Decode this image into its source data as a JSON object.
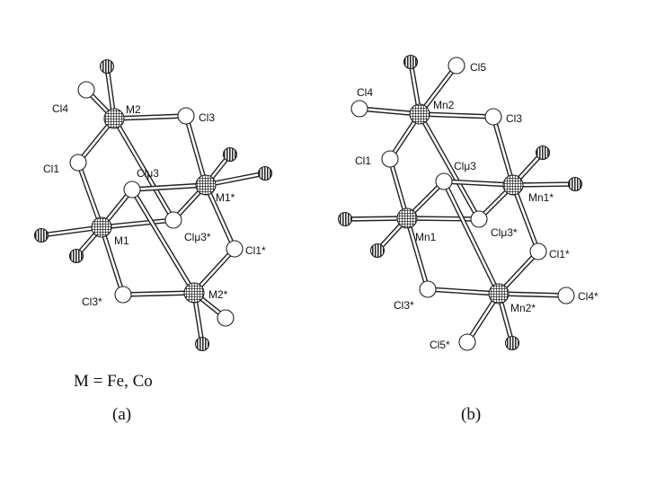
{
  "panels": [
    {
      "caption": "(a)",
      "formula": "M = Fe, Co",
      "atoms": [
        {
          "id": "a_M2",
          "label": "M2",
          "type": "metal"
        },
        {
          "id": "a_M1s",
          "label": "M1*",
          "type": "metal"
        },
        {
          "id": "a_M1",
          "label": "M1",
          "type": "metal"
        },
        {
          "id": "a_M2s",
          "label": "M2*",
          "type": "metal"
        },
        {
          "id": "a_Cl4",
          "label": "Cl4",
          "type": "chlorine"
        },
        {
          "id": "a_Cl3",
          "label": "Cl3",
          "type": "chlorine"
        },
        {
          "id": "a_Cl1",
          "label": "Cl1",
          "type": "chlorine"
        },
        {
          "id": "a_Clu3",
          "label": "Clμ3",
          "type": "chlorine"
        },
        {
          "id": "a_Clu3s",
          "label": "Clμ3*",
          "type": "chlorine"
        },
        {
          "id": "a_Cl1s",
          "label": "Cl1*",
          "type": "chlorine"
        },
        {
          "id": "a_Cl3s",
          "label": "Cl3*",
          "type": "chlorine"
        },
        {
          "id": "a_Cl4s",
          "label": "",
          "type": "chlorine"
        },
        {
          "id": "a_O1",
          "label": "",
          "type": "ligand"
        },
        {
          "id": "a_O2",
          "label": "",
          "type": "ligand"
        },
        {
          "id": "a_O3",
          "label": "",
          "type": "ligand"
        },
        {
          "id": "a_O4",
          "label": "",
          "type": "ligand"
        },
        {
          "id": "a_O5",
          "label": "",
          "type": "ligand"
        },
        {
          "id": "a_O6",
          "label": "",
          "type": "ligand"
        }
      ],
      "bonds": [
        [
          "a_M2",
          "a_O1"
        ],
        [
          "a_M2",
          "a_Cl4"
        ],
        [
          "a_M2",
          "a_Cl3"
        ],
        [
          "a_M2",
          "a_Cl1"
        ],
        [
          "a_M2",
          "a_Clu3s"
        ],
        [
          "a_Cl3",
          "a_M1s"
        ],
        [
          "a_M1s",
          "a_O2"
        ],
        [
          "a_M1s",
          "a_O3"
        ],
        [
          "a_M1s",
          "a_Clu3"
        ],
        [
          "a_M1s",
          "a_Cl1s"
        ],
        [
          "a_M1s",
          "a_Clu3s"
        ],
        [
          "a_Cl1",
          "a_M1"
        ],
        [
          "a_M1",
          "a_Clu3"
        ],
        [
          "a_M1",
          "a_Clu3s"
        ],
        [
          "a_M1",
          "a_O4"
        ],
        [
          "a_M1",
          "a_O5"
        ],
        [
          "a_M1",
          "a_Cl3s"
        ],
        [
          "a_Cl3s",
          "a_M2s"
        ],
        [
          "a_M2s",
          "a_Cl1s"
        ],
        [
          "a_M2s",
          "a_Clu3"
        ],
        [
          "a_M2s",
          "a_Cl4s"
        ],
        [
          "a_M2s",
          "a_O6"
        ]
      ]
    },
    {
      "caption": "(b)",
      "formula": "",
      "atoms": [
        {
          "id": "b_Mn2",
          "label": "Mn2",
          "type": "metal"
        },
        {
          "id": "b_Mn1s",
          "label": "Mn1*",
          "type": "metal"
        },
        {
          "id": "b_Mn1",
          "label": "Mn1",
          "type": "metal"
        },
        {
          "id": "b_Mn2s",
          "label": "Mn2*",
          "type": "metal"
        },
        {
          "id": "b_Cl5",
          "label": "Cl5",
          "type": "chlorine"
        },
        {
          "id": "b_Cl4",
          "label": "Cl4",
          "type": "chlorine"
        },
        {
          "id": "b_Cl3",
          "label": "Cl3",
          "type": "chlorine"
        },
        {
          "id": "b_Cl1",
          "label": "Cl1",
          "type": "chlorine"
        },
        {
          "id": "b_Clu3",
          "label": "Clμ3",
          "type": "chlorine"
        },
        {
          "id": "b_Clu3s",
          "label": "Clμ3*",
          "type": "chlorine"
        },
        {
          "id": "b_Cl1s",
          "label": "Cl1*",
          "type": "chlorine"
        },
        {
          "id": "b_Cl3s",
          "label": "Cl3*",
          "type": "chlorine"
        },
        {
          "id": "b_Cl4s",
          "label": "Cl4*",
          "type": "chlorine"
        },
        {
          "id": "b_Cl5s",
          "label": "Cl5*",
          "type": "chlorine"
        },
        {
          "id": "b_O1",
          "label": "",
          "type": "ligand"
        },
        {
          "id": "b_O2",
          "label": "",
          "type": "ligand"
        },
        {
          "id": "b_O3",
          "label": "",
          "type": "ligand"
        },
        {
          "id": "b_O4",
          "label": "",
          "type": "ligand"
        },
        {
          "id": "b_O5",
          "label": "",
          "type": "ligand"
        },
        {
          "id": "b_O6",
          "label": "",
          "type": "ligand"
        }
      ],
      "bonds": [
        [
          "b_Mn2",
          "b_O1"
        ],
        [
          "b_Mn2",
          "b_Cl5"
        ],
        [
          "b_Mn2",
          "b_Cl4"
        ],
        [
          "b_Mn2",
          "b_Cl3"
        ],
        [
          "b_Mn2",
          "b_Cl1"
        ],
        [
          "b_Mn2",
          "b_Clu3s"
        ],
        [
          "b_Cl3",
          "b_Mn1s"
        ],
        [
          "b_Mn1s",
          "b_O2"
        ],
        [
          "b_Mn1s",
          "b_O3"
        ],
        [
          "b_Mn1s",
          "b_Clu3"
        ],
        [
          "b_Mn1s",
          "b_Cl1s"
        ],
        [
          "b_Mn1s",
          "b_Clu3s"
        ],
        [
          "b_Cl1",
          "b_Mn1"
        ],
        [
          "b_Mn1",
          "b_Clu3"
        ],
        [
          "b_Mn1",
          "b_Clu3s"
        ],
        [
          "b_Mn1",
          "b_O4"
        ],
        [
          "b_Mn1",
          "b_O5"
        ],
        [
          "b_Mn1",
          "b_Cl3s"
        ],
        [
          "b_Cl3s",
          "b_Mn2s"
        ],
        [
          "b_Mn2s",
          "b_Cl1s"
        ],
        [
          "b_Mn2s",
          "b_Clu3"
        ],
        [
          "b_Mn2s",
          "b_Cl4s"
        ],
        [
          "b_Mn2s",
          "b_Cl5s"
        ],
        [
          "b_Mn2s",
          "b_O6"
        ]
      ]
    }
  ]
}
